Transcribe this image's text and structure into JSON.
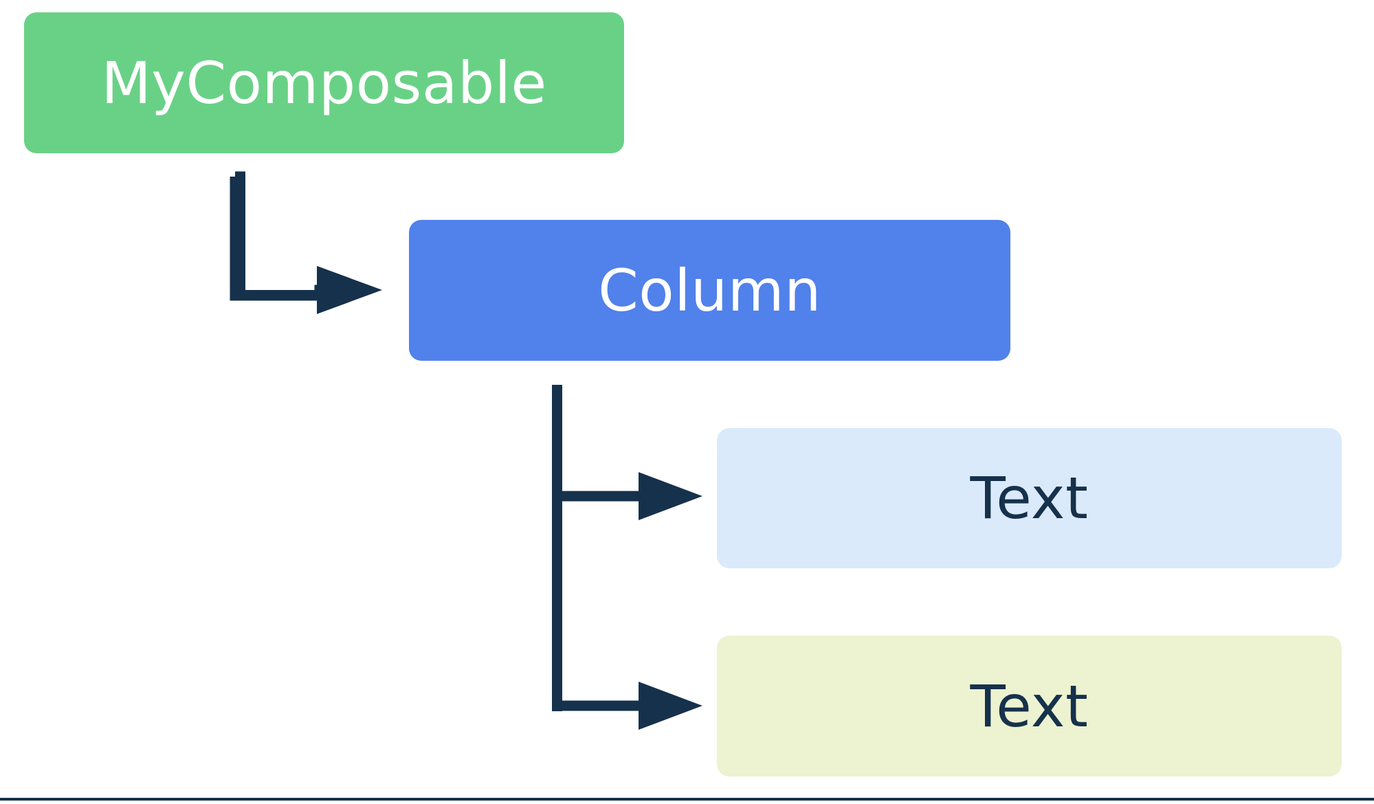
{
  "diagram": {
    "title_node": "MyComposable",
    "type": "composable-tree",
    "background_color": "#ffffff",
    "connector_color": "#16314b",
    "nodes": [
      {
        "id": "root",
        "label": "MyComposable",
        "level": 0,
        "fill": "#69d186",
        "text_color": "#ffffff"
      },
      {
        "id": "column",
        "label": "Column",
        "level": 1,
        "fill": "#5181eb",
        "text_color": "#ffffff"
      },
      {
        "id": "text-1",
        "label": "Text",
        "level": 2,
        "fill": "#daeafb",
        "text_color": "#16314b"
      },
      {
        "id": "text-2",
        "label": "Text",
        "level": 2,
        "fill": "#edf2d0",
        "text_color": "#16314b"
      }
    ],
    "edges": [
      {
        "from": "root",
        "to": "column"
      },
      {
        "from": "column",
        "to": "text-1"
      },
      {
        "from": "column",
        "to": "text-2"
      }
    ],
    "footer_rule": true
  }
}
